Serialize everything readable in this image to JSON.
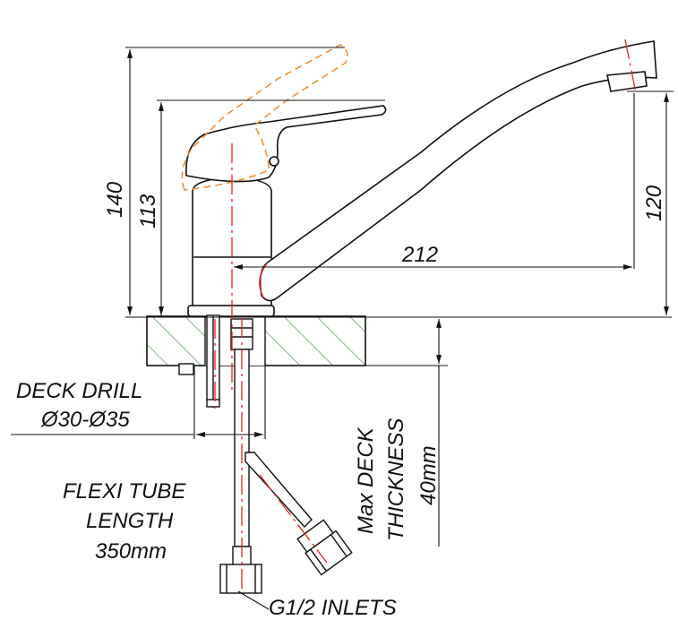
{
  "dimensions": {
    "overall_height": "140",
    "body_height": "113",
    "spout_reach": "212",
    "spout_height": "120"
  },
  "labels": {
    "deck_drill_title": "DECK DRILL",
    "deck_drill_range": "Ø30-Ø35",
    "flexi_line1": "FLEXI TUBE",
    "flexi_line2": "LENGTH",
    "flexi_line3": "350mm",
    "deck_thickness_line1": "Max DECK",
    "deck_thickness_line2": "THICKNESS",
    "deck_thickness_line3": "40mm",
    "inlets": "G1/2 INLETS"
  },
  "colors": {
    "outline": "#111111",
    "centerline": "#e8231f",
    "alt_handle": "#f08a2c",
    "hatch": "#3a9a3a"
  }
}
